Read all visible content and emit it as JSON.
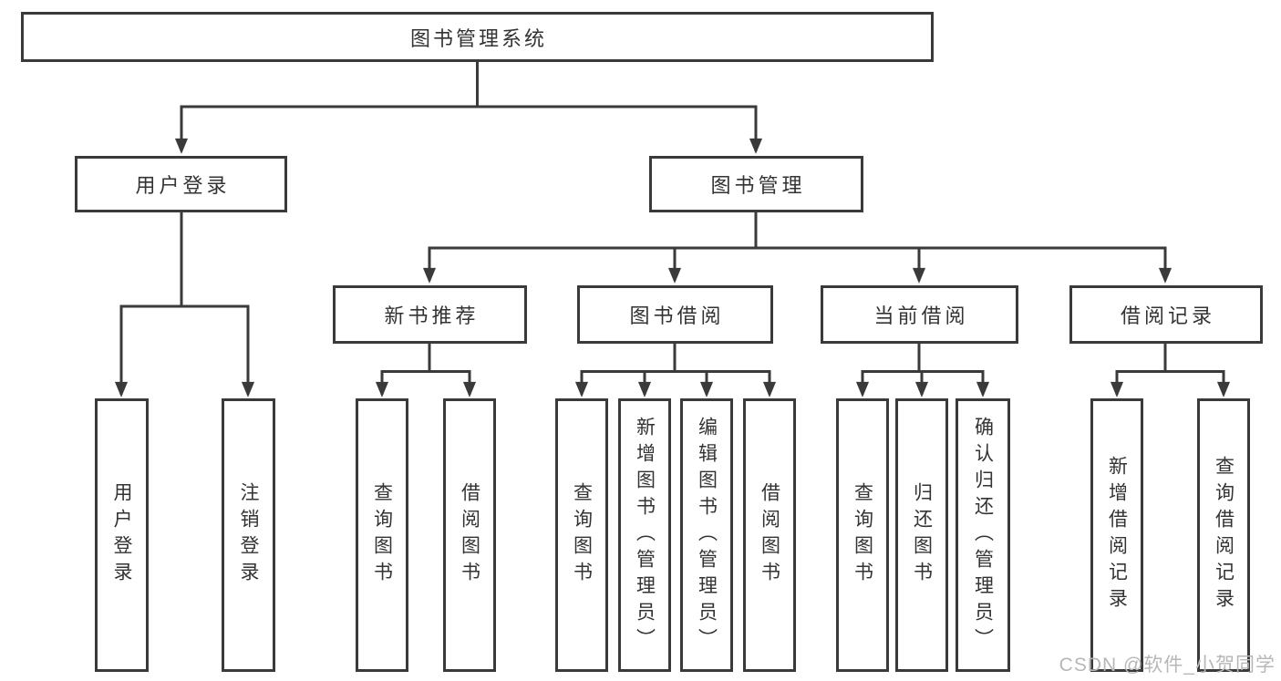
{
  "watermark": "CSDN @软件_小贺同学",
  "colors": {
    "line": "#3a3a3a",
    "text": "#333333",
    "canvas": "#ffffff",
    "watermark": "#b7b7b7"
  },
  "tree": {
    "label": "图书管理系统",
    "children": [
      {
        "label": "用户登录",
        "children": [
          {
            "label": "用户登录"
          },
          {
            "label": "注销登录"
          }
        ]
      },
      {
        "label": "图书管理",
        "children": [
          {
            "label": "新书推荐",
            "children": [
              {
                "label": "查询图书"
              },
              {
                "label": "借阅图书"
              }
            ]
          },
          {
            "label": "图书借阅",
            "children": [
              {
                "label": "查询图书"
              },
              {
                "label": "新增图书（管理员）"
              },
              {
                "label": "编辑图书（管理员）"
              },
              {
                "label": "借阅图书"
              }
            ]
          },
          {
            "label": "当前借阅",
            "children": [
              {
                "label": "查询图书"
              },
              {
                "label": "归还图书"
              },
              {
                "label": "确认归还（管理员）"
              }
            ]
          },
          {
            "label": "借阅记录",
            "children": [
              {
                "label": "新增借阅记录"
              },
              {
                "label": "查询借阅记录"
              }
            ]
          }
        ]
      }
    ]
  }
}
